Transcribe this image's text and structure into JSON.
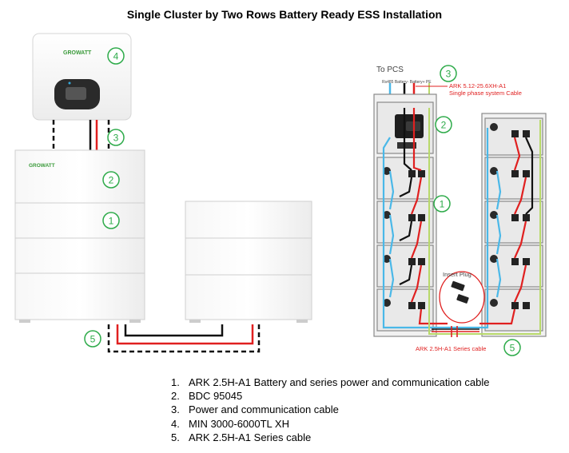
{
  "title": "Single Cluster by Two Rows Battery Ready ESS Installation",
  "brand": "GROWATT",
  "colors": {
    "badge": "#2eab4a",
    "power_positive": "#e02020",
    "power_negative": "#111111",
    "comm_cable": "#4ab8e8",
    "ground_cable": "#b8d96a"
  },
  "left_diagram": {
    "inverter_badge": "4",
    "cable_badge": "3",
    "bdc_badge": "2",
    "battery_badge": "1",
    "series_badge": "5"
  },
  "right_diagram": {
    "to_pcs": "To PCS",
    "port_labels": "Rs485  Battery-  Battery+  PE",
    "red_note_1": "ARK 5.12-25.6XH-A1",
    "red_note_2": "Single phase system Cable",
    "insert_plug": "Insert Plug",
    "series_label": "ARK 2.5H-A1 Series cable",
    "badge_3": "3",
    "badge_2": "2",
    "badge_1": "1",
    "badge_5": "5"
  },
  "legend": [
    {
      "num": "1.",
      "text": "ARK 2.5H-A1 Battery and series power and communication cable"
    },
    {
      "num": "2.",
      "text": "BDC 95045"
    },
    {
      "num": "3.",
      "text": "Power and communication cable"
    },
    {
      "num": "4.",
      "text": "MIN 3000-6000TL XH"
    },
    {
      "num": "5.",
      "text": "ARK 2.5H-A1 Series cable"
    }
  ]
}
